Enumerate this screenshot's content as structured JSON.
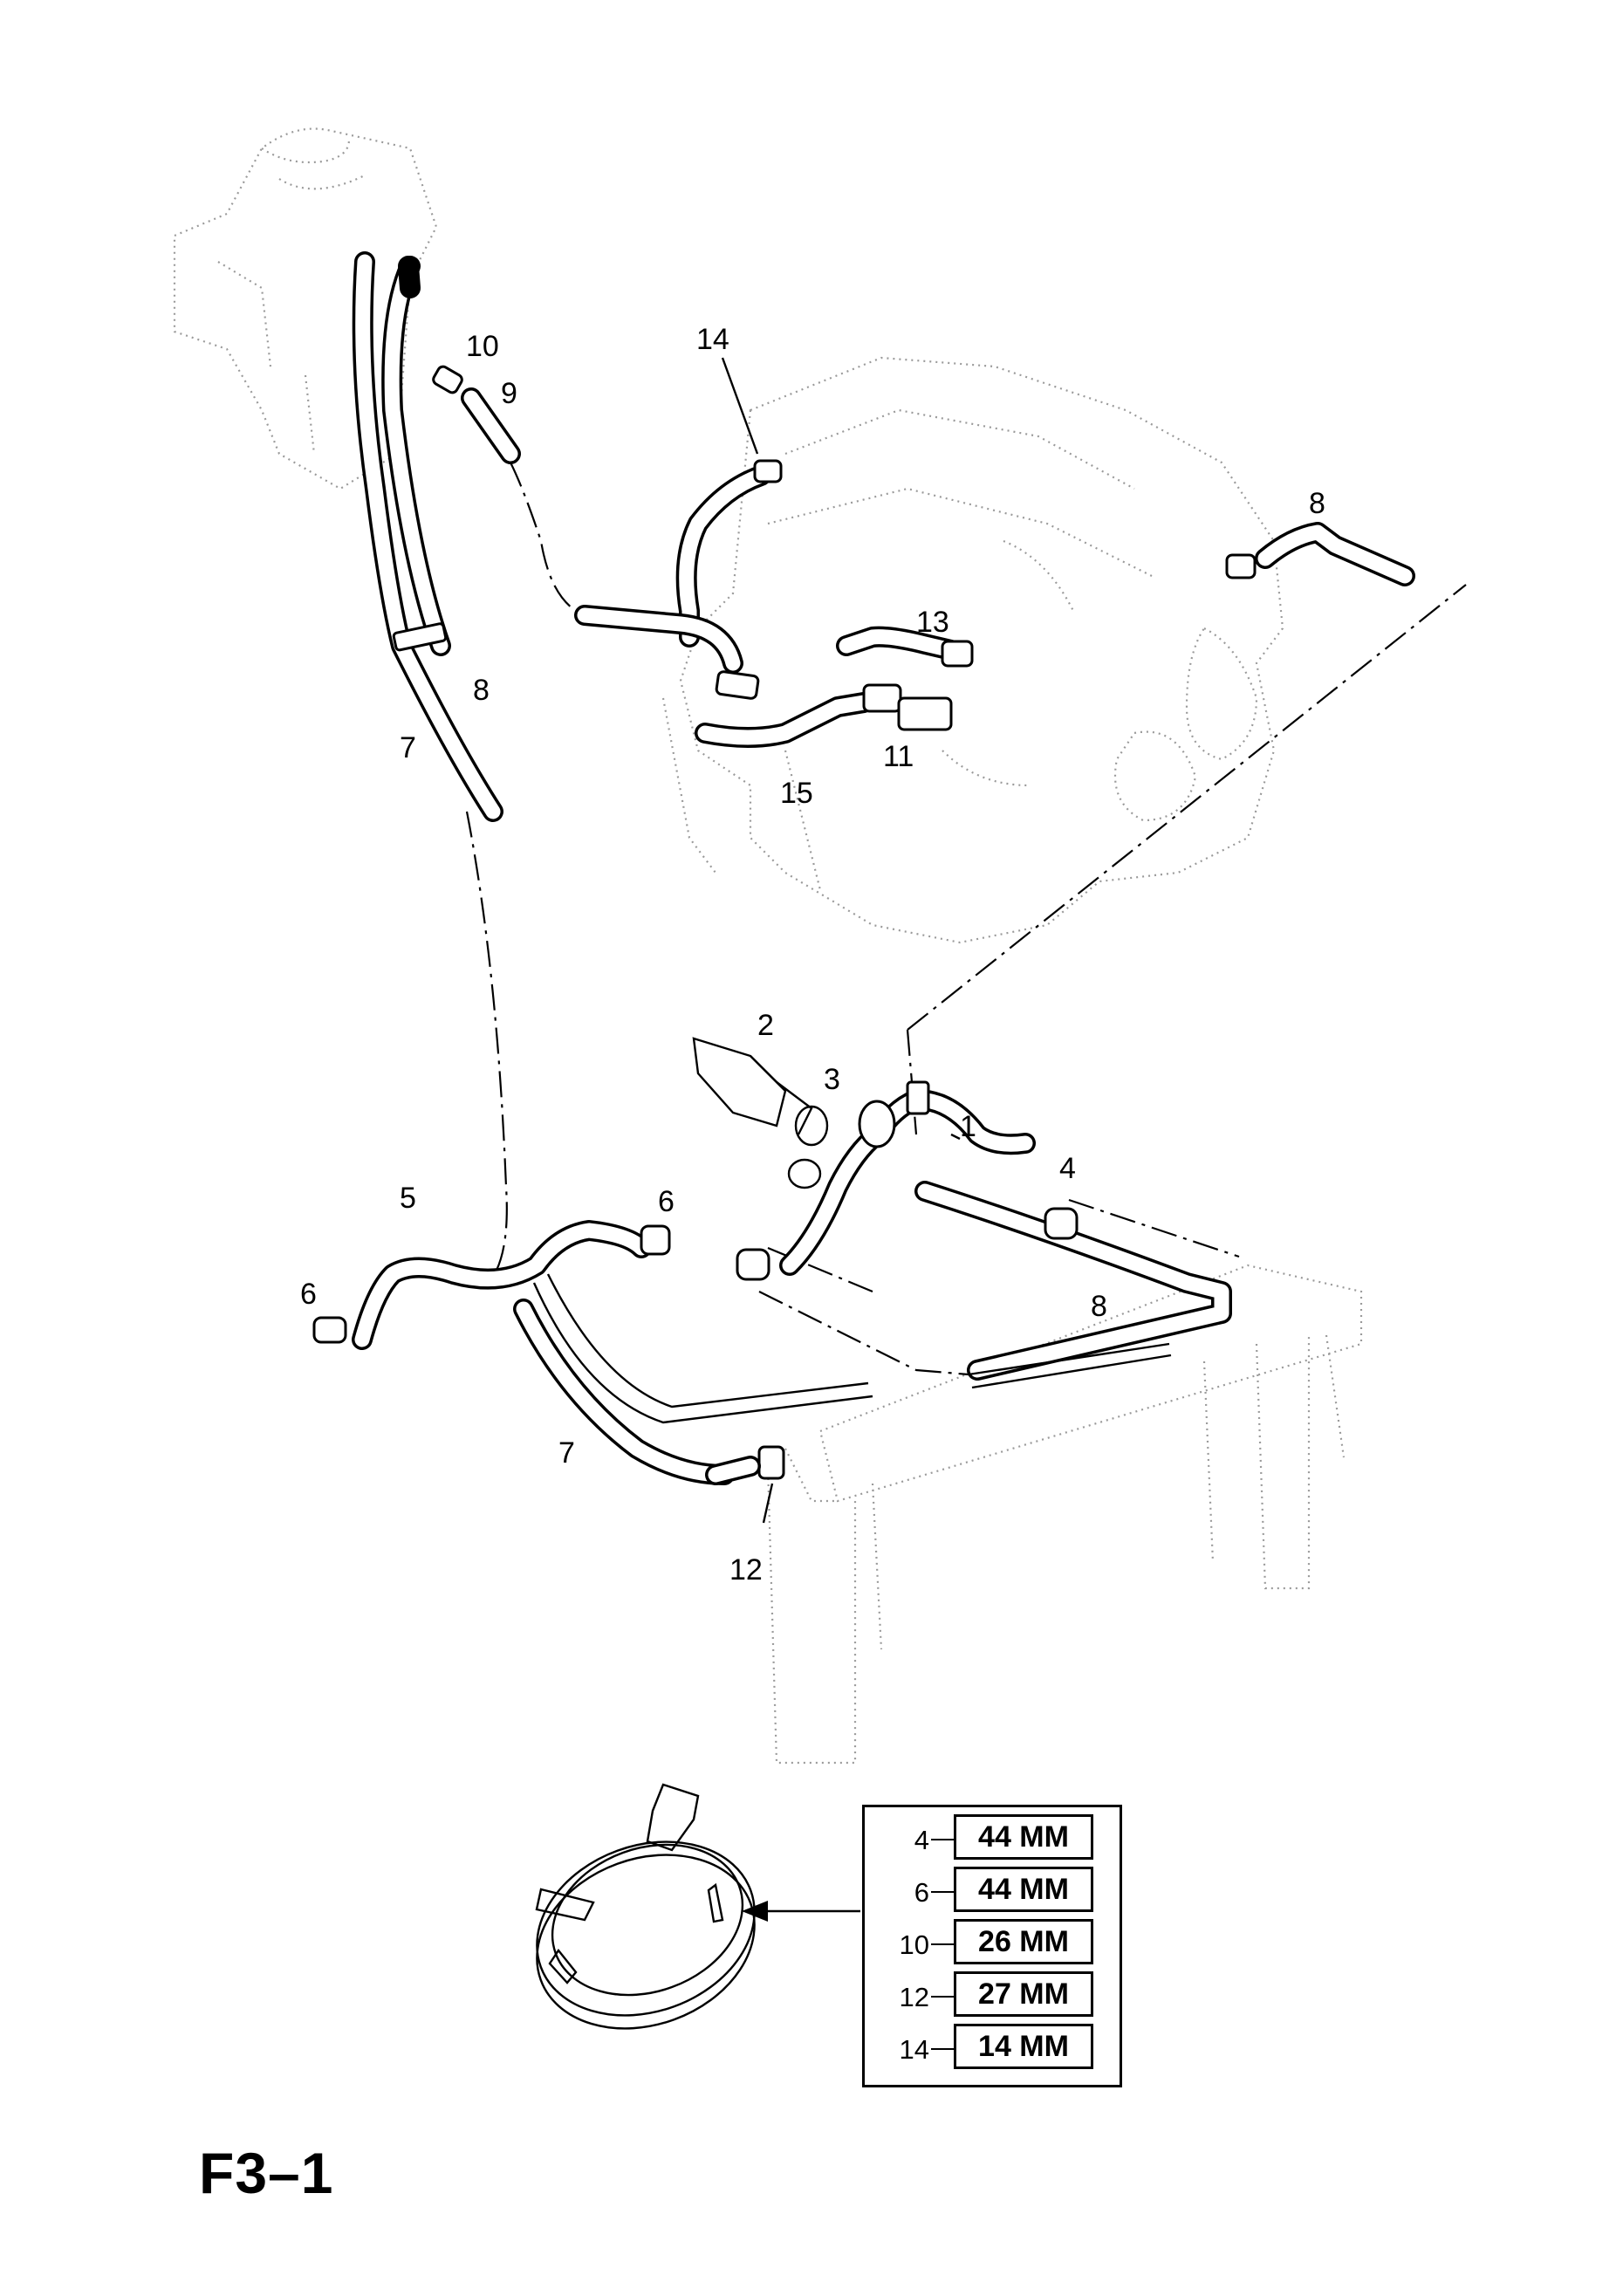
{
  "figure_code": "F3–1",
  "callouts": {
    "c1": "1",
    "c2": "2",
    "c3": "3",
    "c4": "4",
    "c5": "5",
    "c6a": "6",
    "c6b": "6",
    "c7a": "7",
    "c7b": "7",
    "c8a": "8",
    "c8b": "8",
    "c8c": "8",
    "c9": "9",
    "c10": "10",
    "c11": "11",
    "c12": "12",
    "c13": "13",
    "c14": "14",
    "c15": "15"
  },
  "clamp_sizes": [
    {
      "ref": "4",
      "size": "44 MM"
    },
    {
      "ref": "6",
      "size": "44 MM"
    },
    {
      "ref": "10",
      "size": "26 MM"
    },
    {
      "ref": "12",
      "size": "27 MM"
    },
    {
      "ref": "14",
      "size": "14 MM"
    }
  ],
  "colors": {
    "line": "#000000",
    "ghost": "#9a9a9a",
    "background": "#ffffff"
  }
}
